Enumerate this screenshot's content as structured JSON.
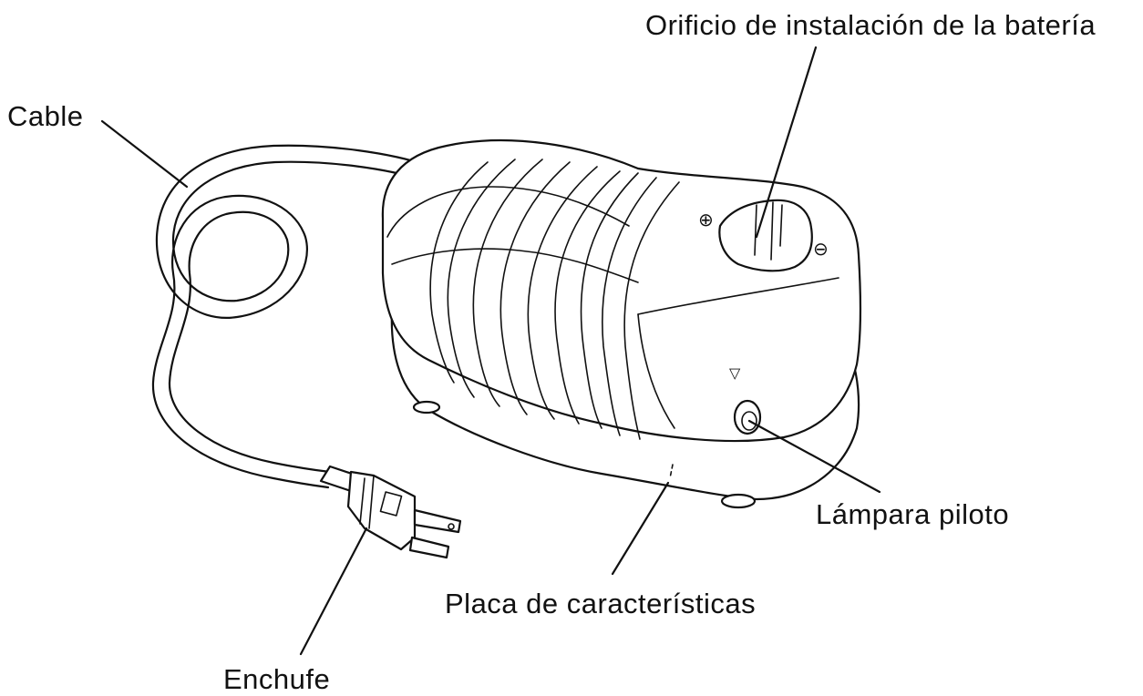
{
  "labels": {
    "battery_hole": "Orificio de instalación de la batería",
    "cable": "Cable",
    "pilot_lamp": "Lámpara piloto",
    "nameplate": "Placa de características",
    "plug": "Enchufe"
  },
  "symbols": {
    "plus": "⊕",
    "minus": "⊖",
    "triangle": "▽"
  }
}
